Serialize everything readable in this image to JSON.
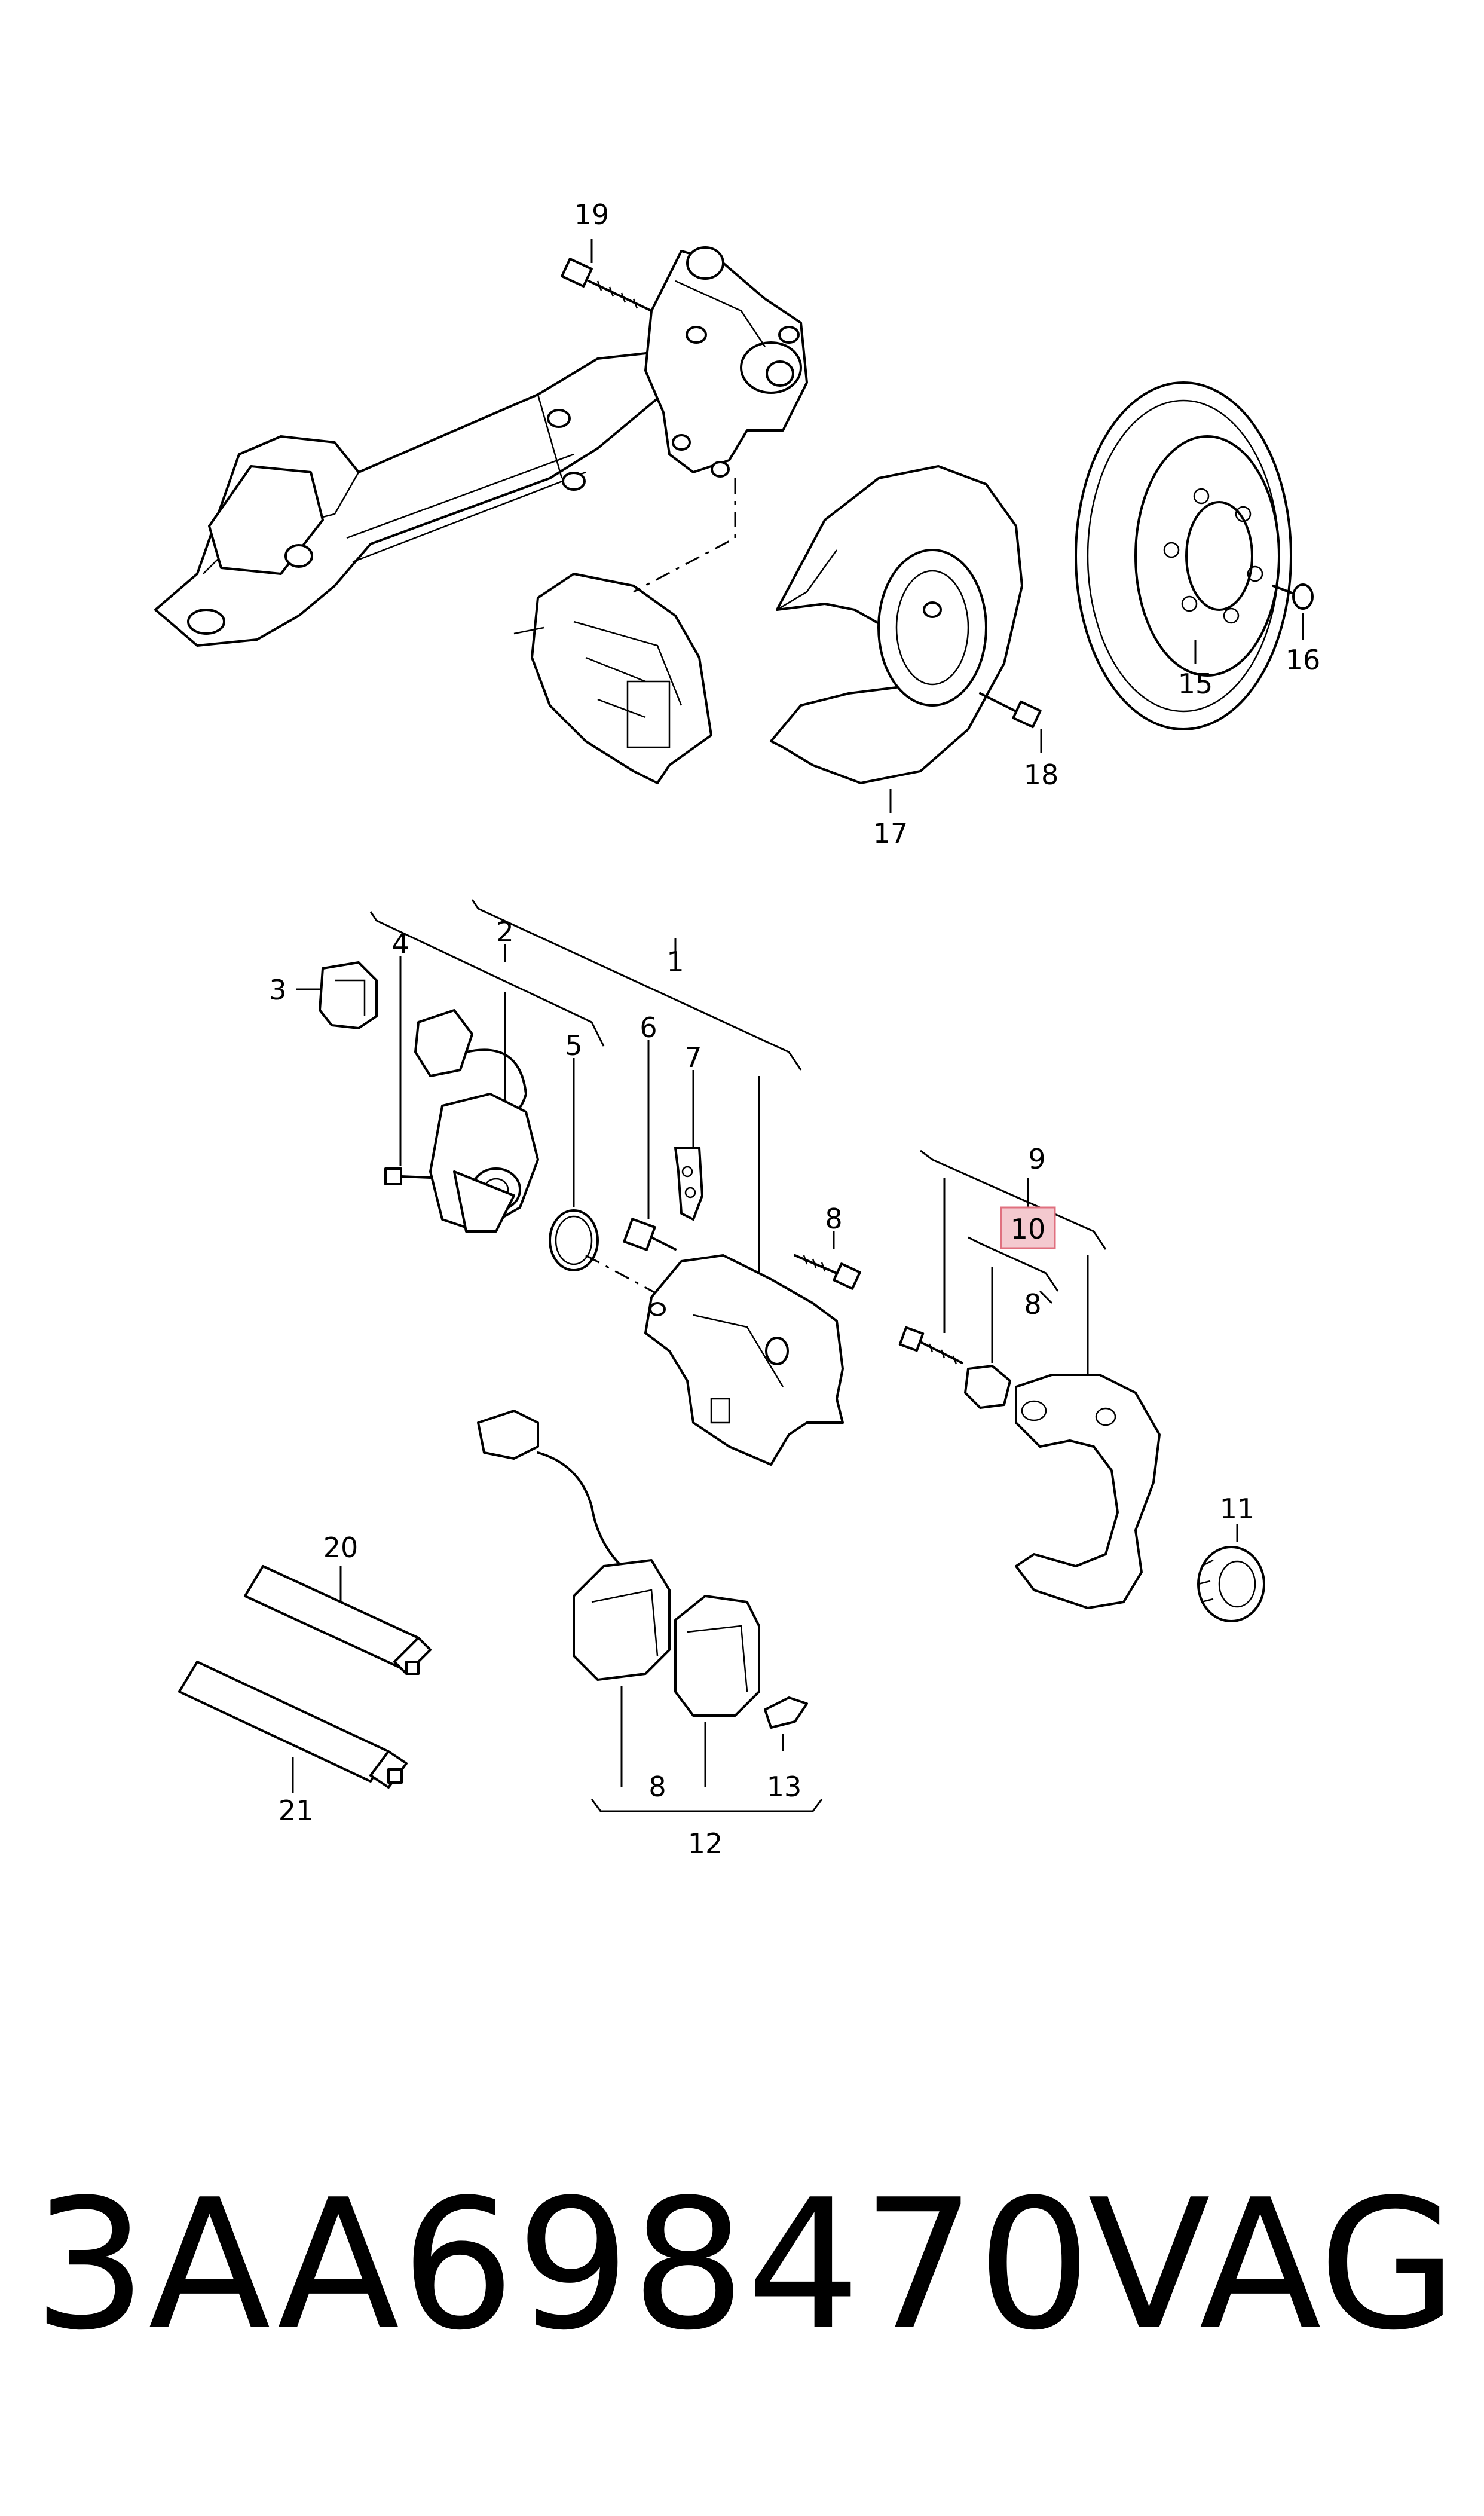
{
  "callouts": {
    "c1": "1",
    "c2": "2",
    "c3": "3",
    "c4": "4",
    "c5": "5",
    "c6": "6",
    "c7": "7",
    "c8a": "8",
    "c8b": "8",
    "c8c": "8",
    "c9": "9",
    "c10": "10",
    "c11": "11",
    "c12": "12",
    "c13": "13",
    "c15": "15",
    "c16": "16",
    "c17": "17",
    "c18": "18",
    "c19": "19",
    "c20": "20",
    "c21": "21"
  },
  "highlight": {
    "callout": "10",
    "fill_color": "#f4c9cf",
    "border_color": "#e0707f"
  },
  "footer": {
    "part_number": "3AA698470",
    "brand": "VAG"
  }
}
